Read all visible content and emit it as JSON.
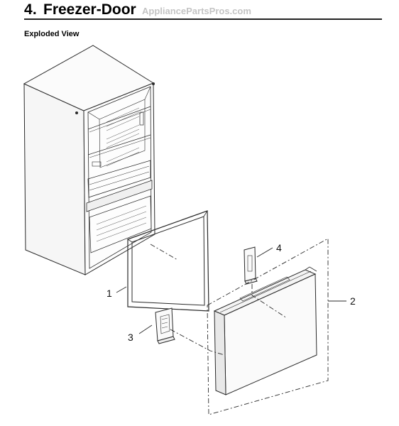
{
  "header": {
    "section_number": "4.",
    "title": "Freezer-Door",
    "watermark": "AppliancePartsPros.com"
  },
  "subtitle": "Exploded View",
  "callouts": [
    {
      "id": "1",
      "label": "1"
    },
    {
      "id": "2",
      "label": "2"
    },
    {
      "id": "3",
      "label": "3"
    },
    {
      "id": "4",
      "label": "4"
    }
  ],
  "colors": {
    "line": "#2a2a2a",
    "watermark": "#c4c4c4",
    "background": "#ffffff"
  }
}
